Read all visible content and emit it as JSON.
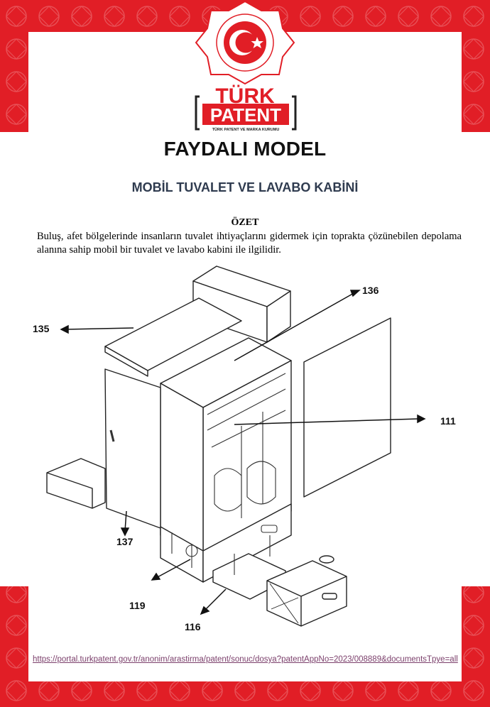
{
  "colors": {
    "frame": "#e11e26",
    "title": "#111111",
    "subtitle": "#2f3b4f",
    "link": "#7b3f6b"
  },
  "logo": {
    "line1": "TÜRK",
    "line2": "PATENT",
    "tagline": "TÜRK PATENT VE MARKA KURUMU"
  },
  "document": {
    "type_title": "FAYDALI MODEL",
    "invention_title": "MOBİL TUVALET VE LAVABO KABİNİ",
    "abstract_heading": "ÖZET",
    "abstract_text": "Buluş, afet bölgelerinde insanların tuvalet ihtiyaçlarını gidermek için toprakta çözünebilen depolama alanına sahip mobil bir tuvalet ve lavabo kabini ile ilgilidir."
  },
  "drawing": {
    "labels": {
      "l135": "135",
      "l136": "136",
      "l111": "111",
      "l137": "137",
      "l119": "119",
      "l116": "116"
    }
  },
  "footer": {
    "url": "https://portal.turkpatent.gov.tr/anonim/arastirma/patent/sonuc/dosya?patentAppNo=2023/008889&documentsTpye=all"
  }
}
